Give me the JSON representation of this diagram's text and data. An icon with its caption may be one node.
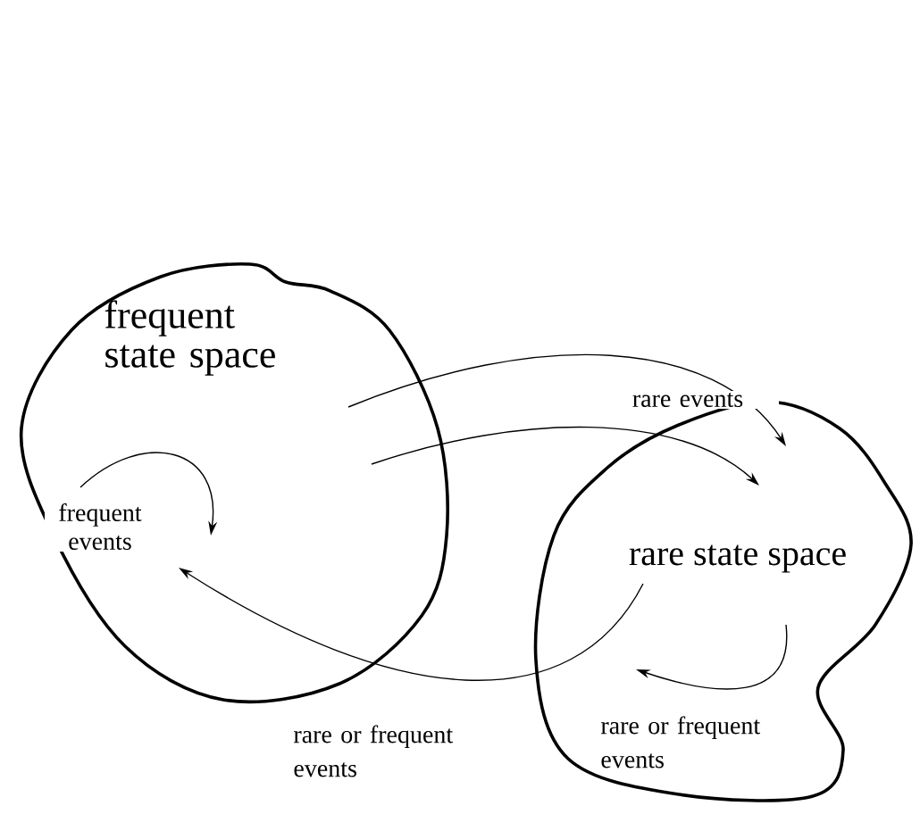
{
  "diagram": {
    "nodes": [
      {
        "text": [
          "frequent state space"
        ]
      },
      {
        "text": [
          "rare state space"
        ]
      }
    ],
    "edges": [
      {
        "from": 0,
        "to": 0,
        "arrow": "to",
        "label": "frequent events"
      },
      {
        "from": 0,
        "to": 1,
        "arrow": "to",
        "label": "rare events"
      },
      {
        "from": 0,
        "to": 1,
        "arrow": "to"
      },
      {
        "from": 1,
        "to": 0,
        "arrow": "to",
        "label": "rare or frequent events"
      },
      {
        "from": 1,
        "to": 1,
        "arrow": "to",
        "label": "rare or frequent events"
      }
    ]
  }
}
